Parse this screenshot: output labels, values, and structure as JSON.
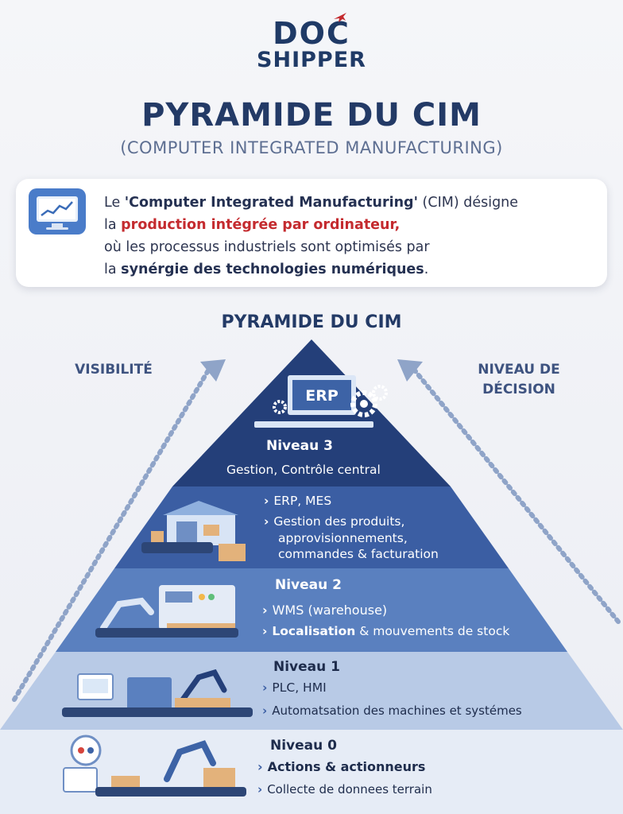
{
  "logo": {
    "line1": "DOC",
    "line2": "SHIPPER"
  },
  "header": {
    "title": "PYRAMIDE DU CIM",
    "subtitle": "(COMPUTER INTEGRATED MANUFACTURING)"
  },
  "intro": {
    "line1_pre": "Le ",
    "line1_bold": "'Computer Integrated Manufacturing'",
    "line1_post": " (CIM) désigne",
    "line2_pre": "la ",
    "line2_red": "production intégrée par ordinateur,",
    "line3": "où les processus industriels sont optimisés par",
    "line4_pre": "la ",
    "line4_bold": "synérgie des technologies numériques",
    "line4_post": "."
  },
  "pyramid": {
    "title": "PYRAMIDE DU CIM",
    "left_label": "VISIBILITÉ",
    "right_label_1": "NIVEAU DE",
    "right_label_2": "DÉCISION",
    "erp_badge": "ERP",
    "levels": {
      "n3": {
        "title": "Niveau 3",
        "desc": "Gestion, Contrôle central"
      },
      "mid": {
        "item1": "ERP, MES",
        "item2_l1": "Gestion des produits,",
        "item2_l2": "approvisionnements,",
        "item2_l3": "commandes & facturation"
      },
      "n2": {
        "title": "Niveau 2",
        "item1": "WMS (warehouse)",
        "item2_bold": "Localisation",
        "item2_rest": " & mouvements de stock"
      },
      "n1": {
        "title": "Niveau 1",
        "item1": "PLC, HMI",
        "item2": "Automatsation des machines et systémes"
      },
      "n0": {
        "title": "Niveau 0",
        "item1": "Actions & actionneurs",
        "item2": "Collecte de donnees terrain"
      }
    }
  },
  "colors": {
    "navy": "#1f3a66",
    "accent_red": "#c42b2f",
    "tier_top": "#243f79",
    "tier_2": "#3b5ea3",
    "tier_3": "#5a80bf",
    "tier_4": "#b8cae6",
    "tier_5": "#e6ecf6"
  }
}
